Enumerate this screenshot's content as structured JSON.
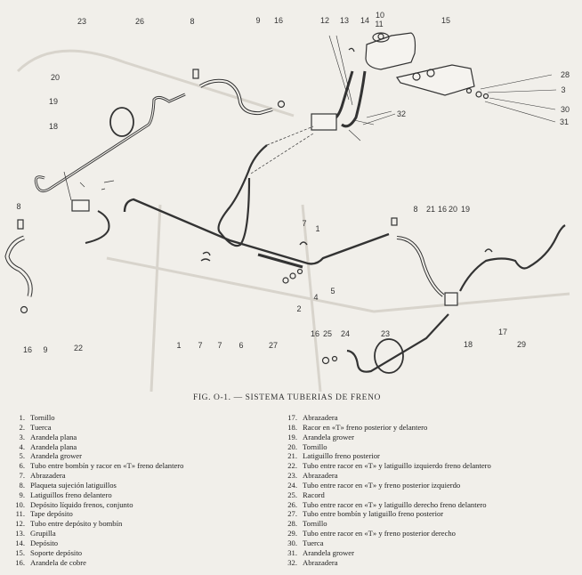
{
  "figure": {
    "caption": "FIG. O-1. — SISTEMA TUBERIAS DE FRENO",
    "callouts": [
      "23",
      "26",
      "8",
      "9",
      "16",
      "12",
      "13",
      "14",
      "10",
      "11",
      "15",
      "28",
      "3",
      "30",
      "31",
      "32",
      "20",
      "19",
      "18",
      "8",
      "16",
      "9",
      "22",
      "1",
      "7",
      "7",
      "6",
      "27",
      "2",
      "4",
      "5",
      "7",
      "1",
      "8",
      "21",
      "16",
      "20",
      "19",
      "17",
      "18",
      "29",
      "16",
      "25",
      "24",
      "23"
    ]
  },
  "legend": {
    "left": [
      {
        "num": "1.",
        "label": "Tornillo"
      },
      {
        "num": "2.",
        "label": "Tuerca"
      },
      {
        "num": "3.",
        "label": "Arandela plana"
      },
      {
        "num": "4.",
        "label": "Arandela plana"
      },
      {
        "num": "5.",
        "label": "Arandela grower"
      },
      {
        "num": "6.",
        "label": "Tubo entre bombín y racor en «T» freno delantero"
      },
      {
        "num": "7.",
        "label": "Abrazadera"
      },
      {
        "num": "8.",
        "label": "Plaqueta sujeción latiguillos"
      },
      {
        "num": "9.",
        "label": "Latiguillos freno delantero"
      },
      {
        "num": "10.",
        "label": "Depósito líquido frenos, conjunto"
      },
      {
        "num": "11.",
        "label": "Tape depósito"
      },
      {
        "num": "12.",
        "label": "Tubo entre depósito y bombín"
      },
      {
        "num": "13.",
        "label": "Grupilla"
      },
      {
        "num": "14.",
        "label": "Depósito"
      },
      {
        "num": "15.",
        "label": "Soporte depósito"
      },
      {
        "num": "16.",
        "label": "Arandela de cobre"
      }
    ],
    "right": [
      {
        "num": "17.",
        "label": "Abrazadera"
      },
      {
        "num": "18.",
        "label": "Racor en «T» freno posterior y delantero"
      },
      {
        "num": "19.",
        "label": "Arandela grower"
      },
      {
        "num": "20.",
        "label": "Tornillo"
      },
      {
        "num": "21.",
        "label": "Latiguillo freno posterior"
      },
      {
        "num": "22.",
        "label": "Tubo entre racor en «T» y latiguillo izquierdo freno delantero"
      },
      {
        "num": "23.",
        "label": "Abrazadera"
      },
      {
        "num": "24.",
        "label": "Tubo entre racor en «T» y freno posterior izquierdo"
      },
      {
        "num": "25.",
        "label": "Racord"
      },
      {
        "num": "26.",
        "label": "Tubo entre racor en «T» y latiguillo derecho freno delantero"
      },
      {
        "num": "27.",
        "label": "Tubo entre bombín y latiguillo freno posterior"
      },
      {
        "num": "28.",
        "label": "Tornillo"
      },
      {
        "num": "29.",
        "label": "Tubo entre racor en «T» y freno posterior derecho"
      },
      {
        "num": "30.",
        "label": "Tuerca"
      },
      {
        "num": "31.",
        "label": "Arandela grower"
      },
      {
        "num": "32.",
        "label": "Abrazadera"
      }
    ]
  }
}
